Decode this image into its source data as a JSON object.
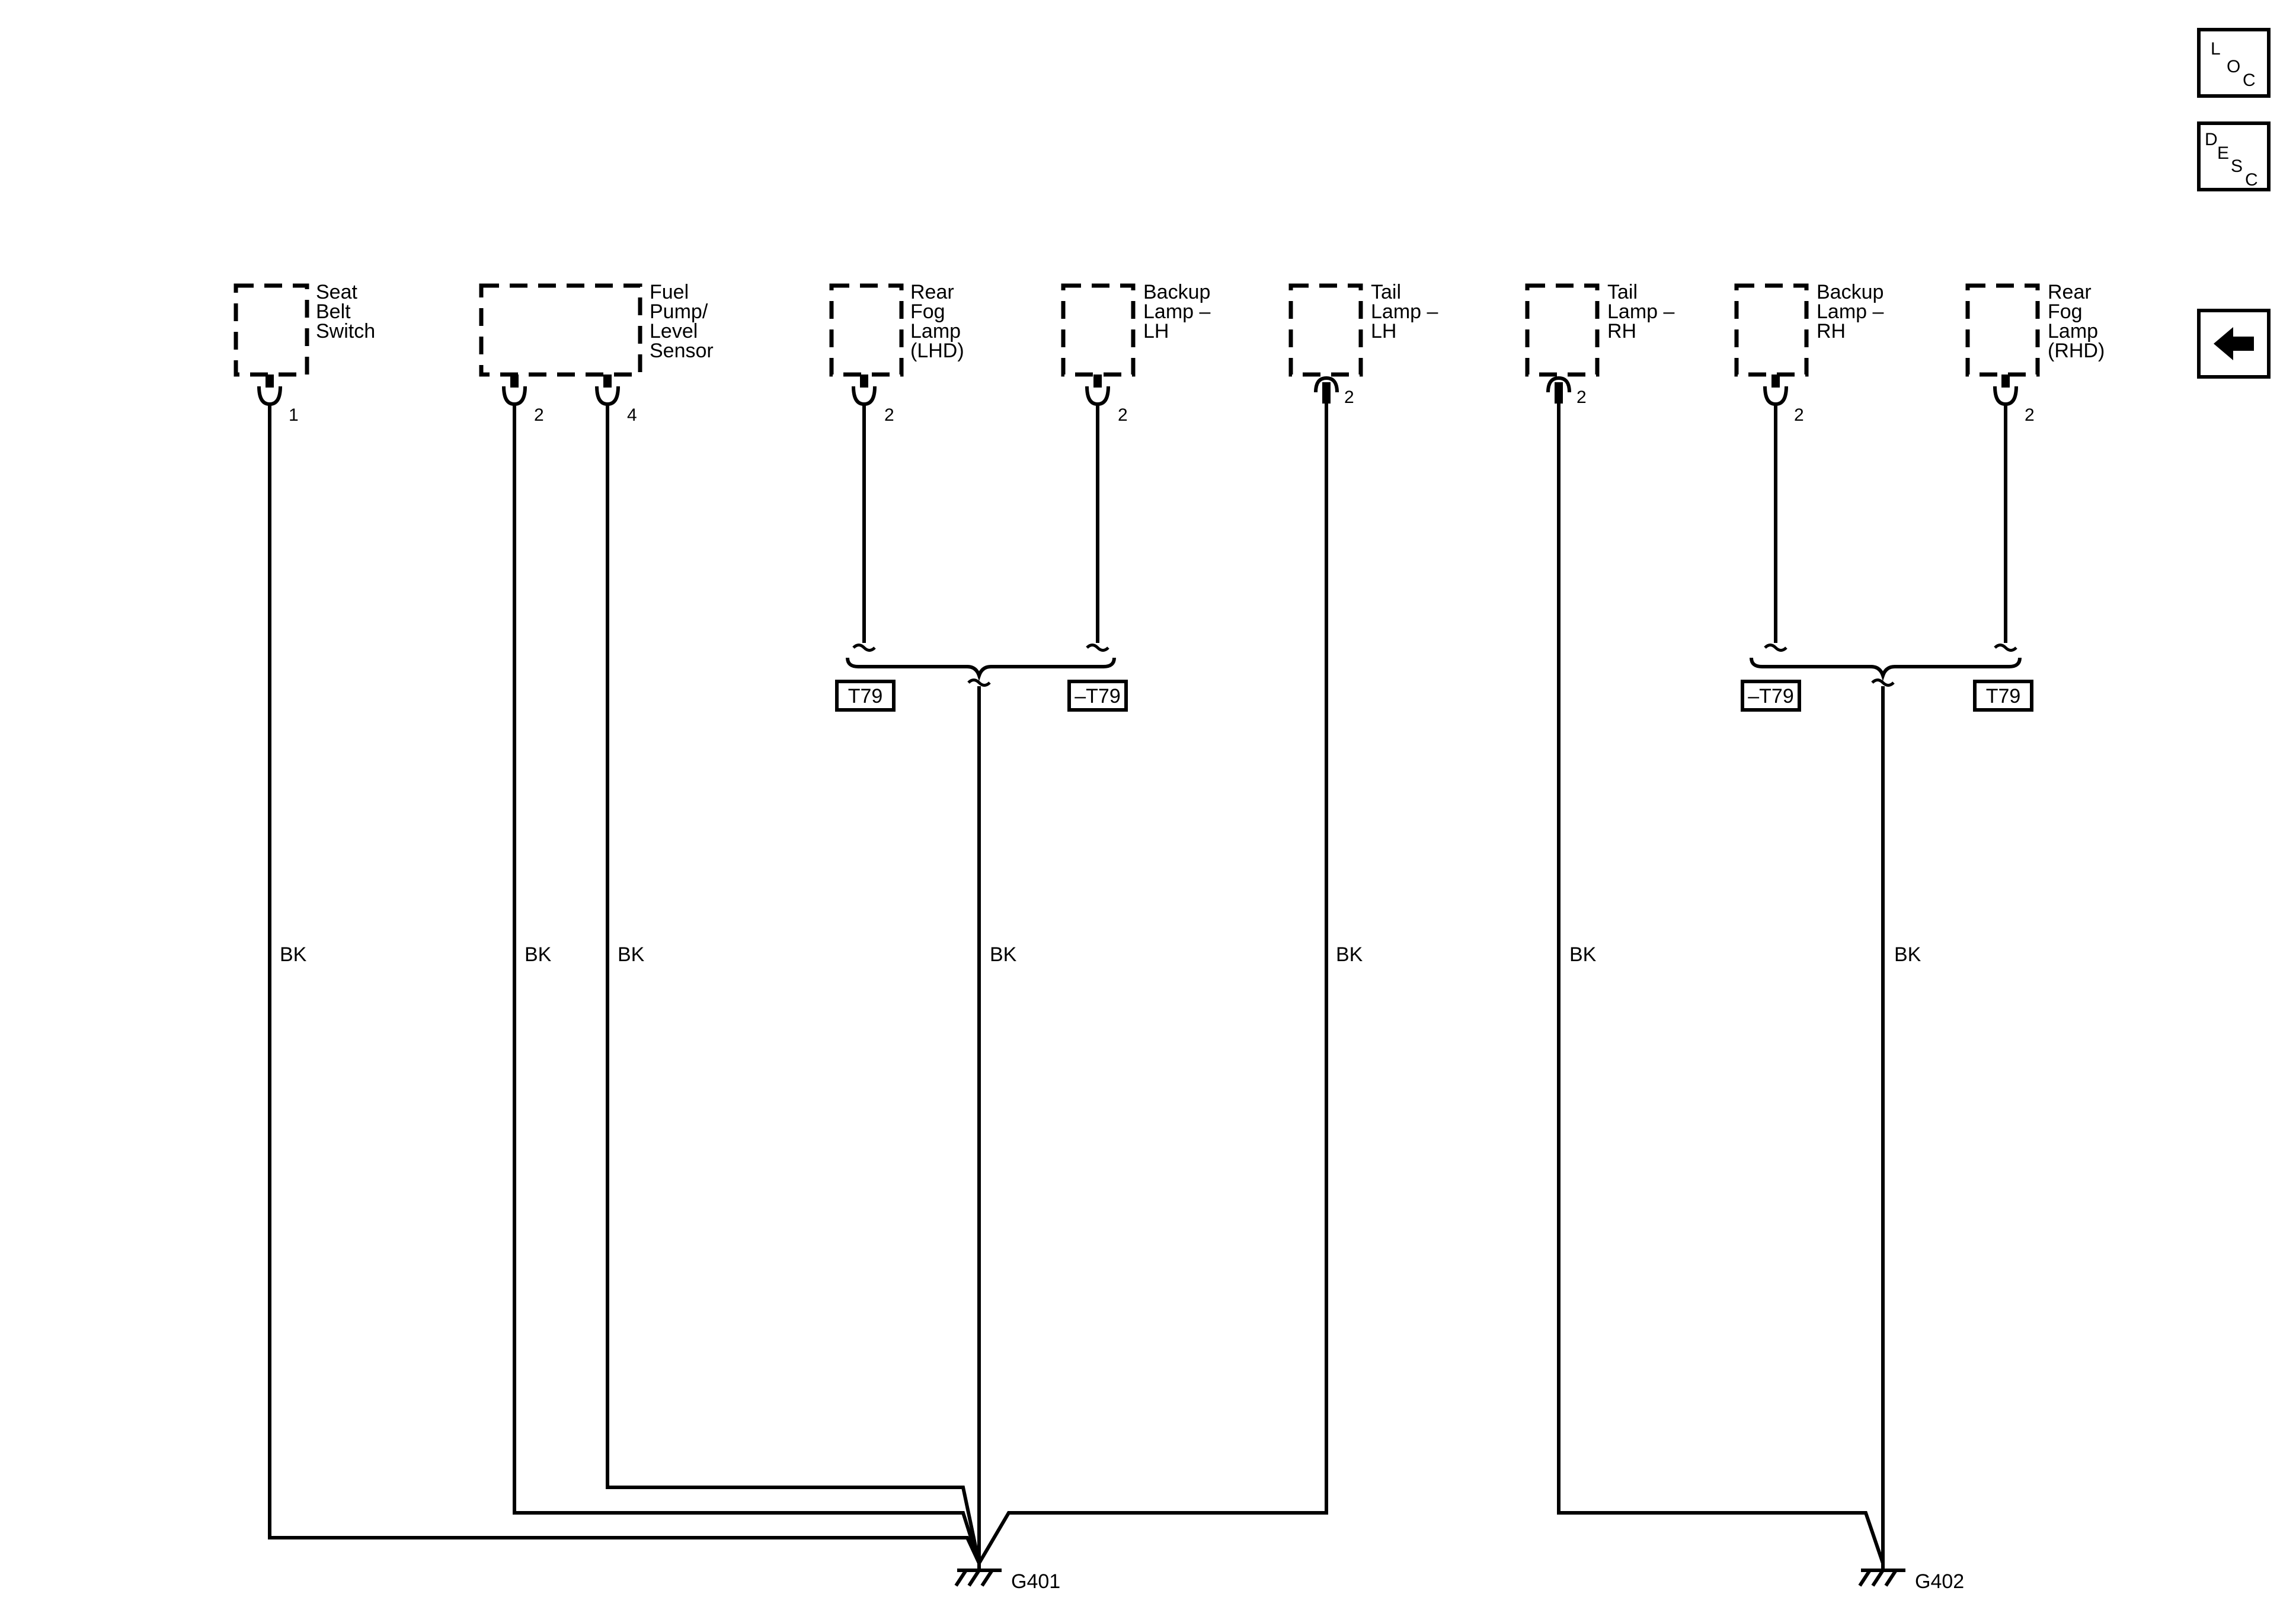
{
  "components": {
    "seat_belt_switch": {
      "lines": [
        "Seat",
        "Belt",
        "Switch"
      ]
    },
    "fuel_pump": {
      "lines": [
        "Fuel",
        "Pump/",
        "Level",
        "Sensor"
      ]
    },
    "rear_fog_lhd": {
      "lines": [
        "Rear",
        "Fog",
        "Lamp",
        "(LHD)"
      ]
    },
    "backup_lh": {
      "lines": [
        "Backup",
        "Lamp –",
        "LH"
      ]
    },
    "tail_lh": {
      "lines": [
        "Tail",
        "Lamp –",
        "LH"
      ]
    },
    "tail_rh": {
      "lines": [
        "Tail",
        "Lamp –",
        "RH"
      ]
    },
    "backup_rh": {
      "lines": [
        "Backup",
        "Lamp –",
        "RH"
      ]
    },
    "rear_fog_rhd": {
      "lines": [
        "Rear",
        "Fog",
        "Lamp",
        "(RHD)"
      ]
    }
  },
  "pins": {
    "seat_belt": "1",
    "fuel_a": "2",
    "fuel_b": "4",
    "rear_fog_lhd": "2",
    "backup_lh": "2",
    "tail_lh": "2",
    "tail_rh": "2",
    "backup_rh": "2",
    "rear_fog_rhd": "2"
  },
  "wire_color": "BK",
  "conditions": {
    "left_a": "T79",
    "left_b": "–T79",
    "right_a": "–T79",
    "right_b": "T79"
  },
  "grounds": {
    "g401": "G401",
    "g402": "G402"
  },
  "nav": {
    "loc": [
      "L",
      "O",
      "C"
    ],
    "desc": [
      "D",
      "E",
      "S",
      "C"
    ]
  }
}
